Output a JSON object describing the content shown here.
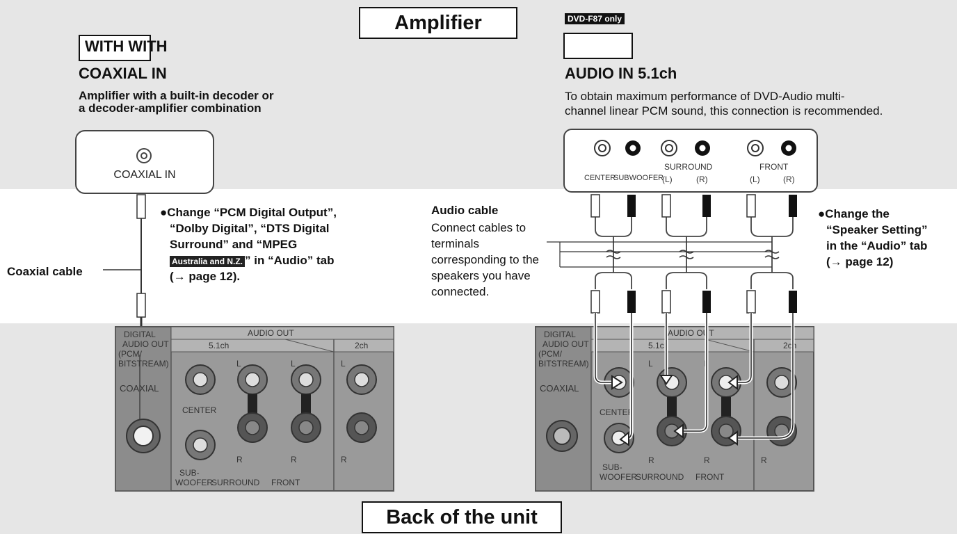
{
  "amplifier_title": "Amplifier",
  "back_title": "Back of the unit",
  "left": {
    "heading1": "WITH WITH",
    "heading2": "COAXIAL IN",
    "desc_line1": "Amplifier with a built-in decoder or",
    "desc_line2": "a decoder-amplifier combination",
    "jack_label": "COAXIAL IN",
    "cable_label": "Coaxial cable",
    "note_line1": "●Change “PCM Digital Output”,",
    "note_line2": "“Dolby Digital”, “DTS Digital",
    "note_line3": "Surround” and “MPEG",
    "note_tag": "Australia and N.Z.",
    "note_line4_rest": "” in “Audio” tab",
    "note_line5": "(→ page 12).",
    "panel": {
      "digital_label1": "DIGITAL",
      "digital_label2": "AUDIO OUT",
      "digital_label3": "(PCM/",
      "digital_label4": "BITSTREAM)",
      "coaxial": "COAXIAL",
      "audio_out": "AUDIO OUT",
      "ch51": "5.1ch",
      "ch2": "2ch",
      "center": "CENTER",
      "sub1": "SUB-",
      "sub2": "WOOFER",
      "surround": "SURROUND",
      "front": "FRONT",
      "L": "L",
      "R": "R"
    }
  },
  "right": {
    "tag": "DVD-F87 only",
    "heading": "AUDIO IN 5.1ch",
    "desc_line1": "To obtain maximum performance of DVD-Audio multi-",
    "desc_line2": "channel linear PCM sound, this connection is recommended.",
    "amp": {
      "center": "CENTER",
      "subwoofer": "SUBWOOFER",
      "surround": "SURROUND",
      "front": "FRONT",
      "L": "(L)",
      "R": "(R)"
    },
    "cable_title": "Audio cable",
    "cable_line1": "Connect cables to",
    "cable_line2": "terminals",
    "cable_line3": "corresponding to the",
    "cable_line4": "speakers you have",
    "cable_line5": "connected.",
    "note_line1": "●Change the",
    "note_line2": "“Speaker Setting”",
    "note_line3": "in the “Audio” tab",
    "note_line4": "(→ page 12)",
    "panel": {
      "digital_label1": "DIGITAL",
      "digital_label2": "AUDIO OUT",
      "digital_label3": "(PCM/",
      "digital_label4": "BITSTREAM)",
      "coaxial": "COAXIAL",
      "audio_out": "AUDIO OUT",
      "ch51": "5.1ch",
      "ch2": "2ch",
      "center": "CENTER",
      "sub1": "SUB-",
      "sub2": "WOOFER",
      "surround": "SURROUND",
      "front": "FRONT",
      "L": "L",
      "R": "R"
    }
  }
}
